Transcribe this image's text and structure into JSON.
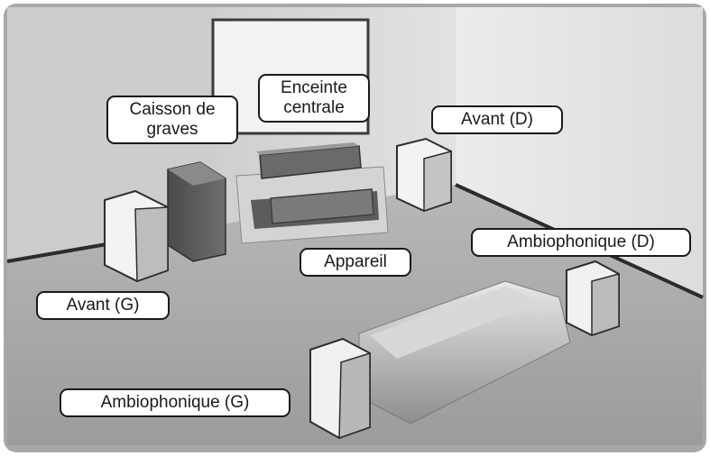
{
  "labels": {
    "subwoofer": [
      "Caisson de",
      "graves"
    ],
    "center": [
      "Enceinte",
      "centrale"
    ],
    "front_right": "Avant (D)",
    "front_left": "Avant (G)",
    "device": "Appareil",
    "surround_right": "Ambiophonique (D)",
    "surround_left": "Ambiophonique (G)"
  },
  "colors": {
    "label_border": "#1a1a1a",
    "label_bg": "#ffffff",
    "floor": "#a9a9a9",
    "back_wall": "#dedede",
    "right_wall": "#e6e6e6",
    "left_wall": "#d2d2d2",
    "speaker_light": "#f4f4f4",
    "speaker_dark": "#5a5a5a"
  }
}
